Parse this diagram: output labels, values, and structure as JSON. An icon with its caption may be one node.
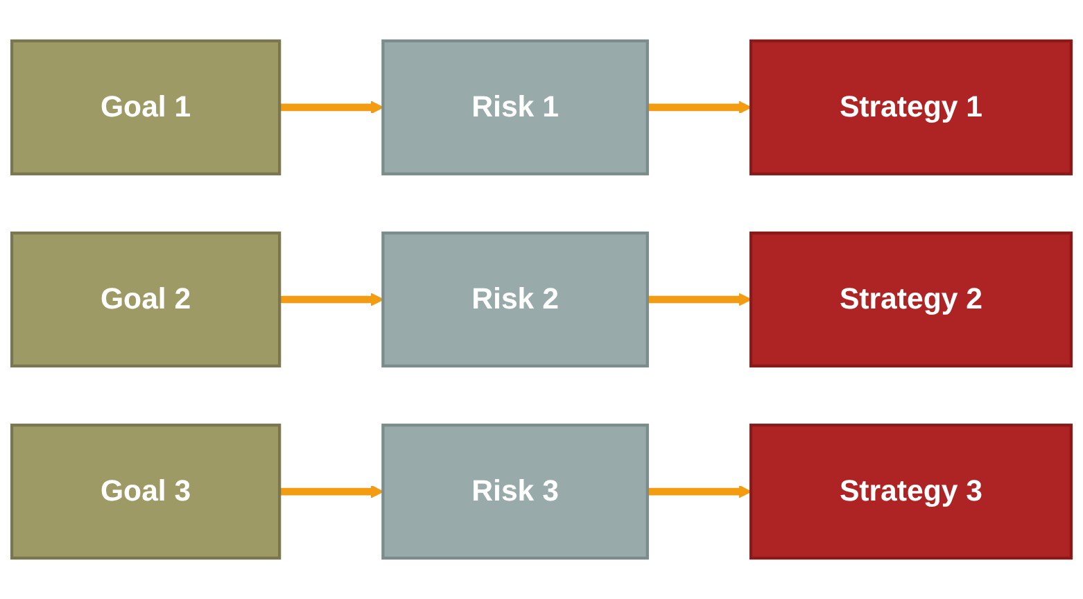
{
  "diagram": {
    "nodes": [
      {
        "text": [
          "Goal 1"
        ]
      },
      {
        "text": [
          "Risk 1"
        ]
      },
      {
        "text": [
          "Strategy 1"
        ]
      },
      {
        "text": [
          "Goal 2"
        ]
      },
      {
        "text": [
          "Risk 2"
        ]
      },
      {
        "text": [
          "Strategy 2"
        ]
      },
      {
        "text": [
          "Goal 3"
        ]
      },
      {
        "text": [
          "Risk 3"
        ]
      },
      {
        "text": [
          "Strategy 3"
        ]
      }
    ],
    "edges": [
      {
        "from": 0,
        "to": 1,
        "arrow": "to"
      },
      {
        "from": 1,
        "to": 2,
        "arrow": "to"
      },
      {
        "from": 3,
        "to": 4,
        "arrow": "to"
      },
      {
        "from": 4,
        "to": 5,
        "arrow": "to"
      },
      {
        "from": 6,
        "to": 7,
        "arrow": "to"
      },
      {
        "from": 7,
        "to": 8,
        "arrow": "to"
      }
    ]
  }
}
